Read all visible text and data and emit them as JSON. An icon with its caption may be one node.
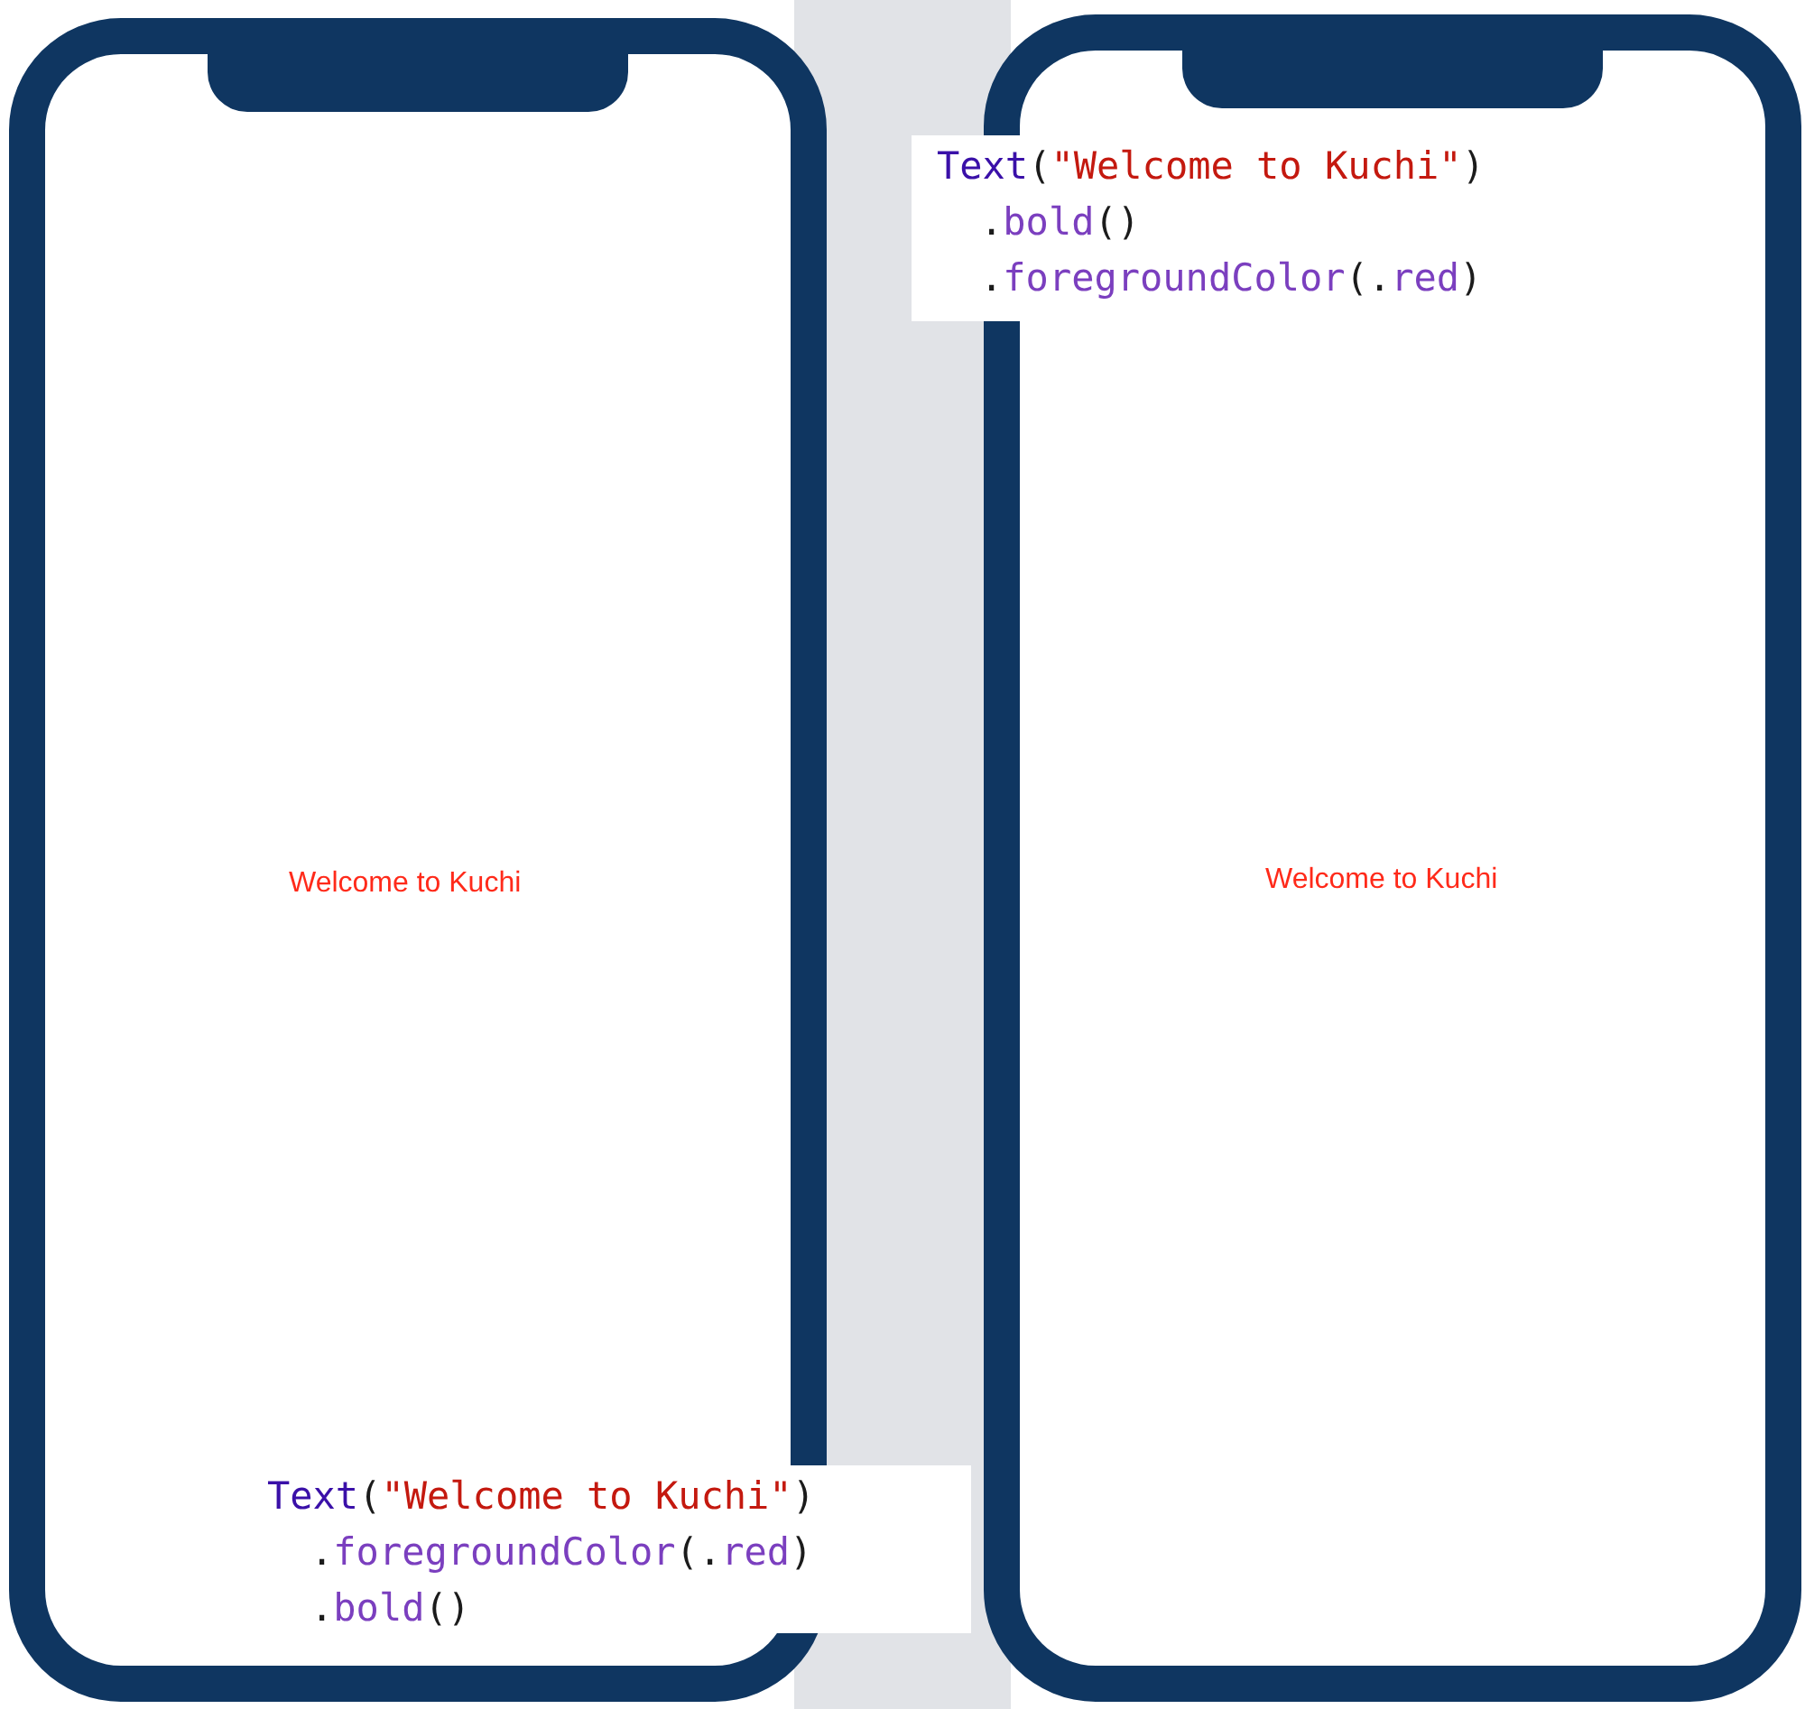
{
  "diagram": {
    "nodes": [
      {
        "text": [],
        "shape": "phone"
      },
      {
        "text": [
          "Welcome to Kuchi"
        ],
        "in": 0
      },
      {
        "text": [
          "Text(\"Welcome to Kuchi\")",
          ".foregroundColor(.red)",
          ".bold()"
        ]
      },
      {
        "text": [],
        "shape": "phone"
      },
      {
        "text": [
          "Welcome to Kuchi"
        ],
        "in": 3
      },
      {
        "text": [
          "Text(\"Welcome to Kuchi\")",
          ".bold()",
          ".foregroundColor(.red)"
        ]
      }
    ]
  }
}
